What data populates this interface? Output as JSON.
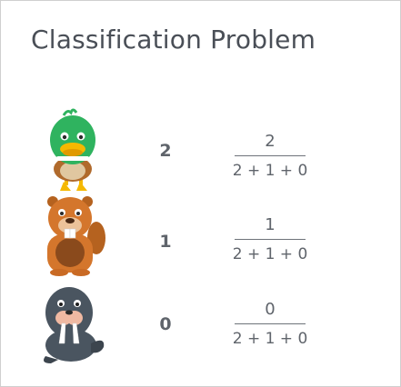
{
  "title": "Classification Problem",
  "rows": [
    {
      "animal": "duck-icon",
      "count": "2",
      "numerator": "2",
      "denominator": "2 + 1 + 0"
    },
    {
      "animal": "beaver-icon",
      "count": "1",
      "numerator": "1",
      "denominator": "2 + 1 + 0"
    },
    {
      "animal": "walrus-icon",
      "count": "0",
      "numerator": "0",
      "denominator": "2 + 1 + 0"
    }
  ]
}
